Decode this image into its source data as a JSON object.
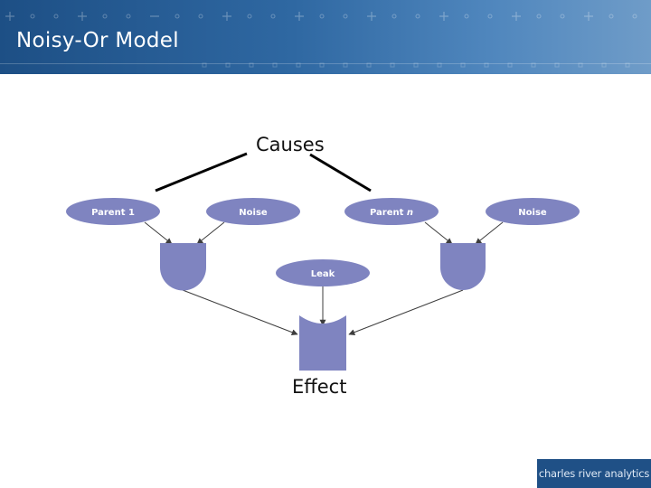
{
  "header": {
    "title": "Noisy-Or Model"
  },
  "diagram": {
    "causes_label": "Causes",
    "effect_label": "Effect",
    "nodes": {
      "parent1": "Parent 1",
      "noise1": "Noise",
      "parentn_prefix": "Parent ",
      "parentn_var": "n",
      "noise2": "Noise",
      "leak": "Leak"
    },
    "colors": {
      "node_fill": "#7f84c0",
      "node_text": "#ffffff",
      "arrow": "#3d3d3d"
    }
  },
  "footer": {
    "logo_text": "charles river analytics"
  }
}
